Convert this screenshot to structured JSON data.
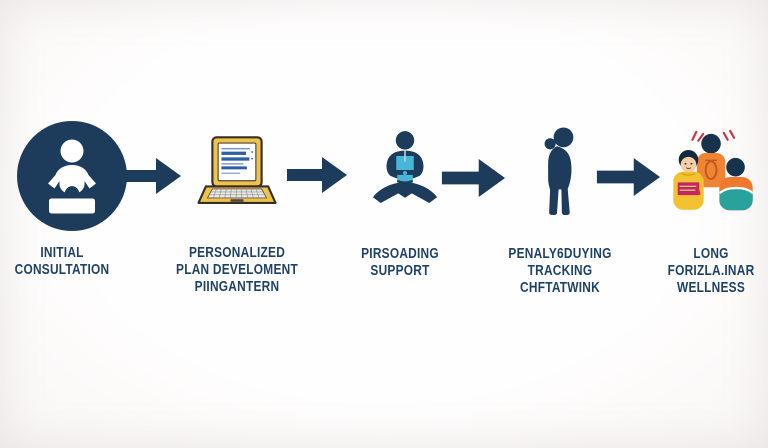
{
  "diagram": {
    "type": "process-flow",
    "direction": "left-to-right",
    "steps": [
      {
        "name": "initial-consultation",
        "icon": "person-in-circle-icon",
        "label_lines": [
          "INITIAL",
          "CONSULTATION"
        ]
      },
      {
        "name": "personalized-plan-development",
        "icon": "laptop-icon",
        "label_lines": [
          "PERSONALIZED",
          "PLAN DEVELOMENT",
          "PIINGANTERN"
        ]
      },
      {
        "name": "ongoing-support",
        "icon": "meditating-person-icon",
        "label_lines": [
          "PIRSOADING",
          "SUPPORT"
        ]
      },
      {
        "name": "progress-tracking",
        "icon": "standing-person-icon",
        "label_lines": [
          "PENALY6DUYING",
          "TRACKING",
          "CHFTATWINK"
        ]
      },
      {
        "name": "long-term-wellness",
        "icon": "family-group-icon",
        "label_lines": [
          "LONG",
          "FORIZLA.INAR",
          "WELLNESS"
        ]
      }
    ],
    "arrows": {
      "count": 4,
      "direction": "right",
      "color": "#1d3c5c"
    },
    "colors": {
      "navy": "#1d3c5c",
      "text-navy": "#1e4265",
      "laptop-yellow": "#f0c24a",
      "laptop-outline": "#33302a",
      "screen-line-blue": "#2b5ea7",
      "torso-cyan": "#49b6d6",
      "shirt-orange": "#ef8434",
      "back-orange": "#ef7a2e",
      "sweater-yellow": "#f2c232",
      "graphic-pink": "#c22566",
      "trim-teal": "#28a29a",
      "accent-red": "#cc3344",
      "skin": "#f5cda6",
      "background": "#fdfdfc"
    }
  }
}
